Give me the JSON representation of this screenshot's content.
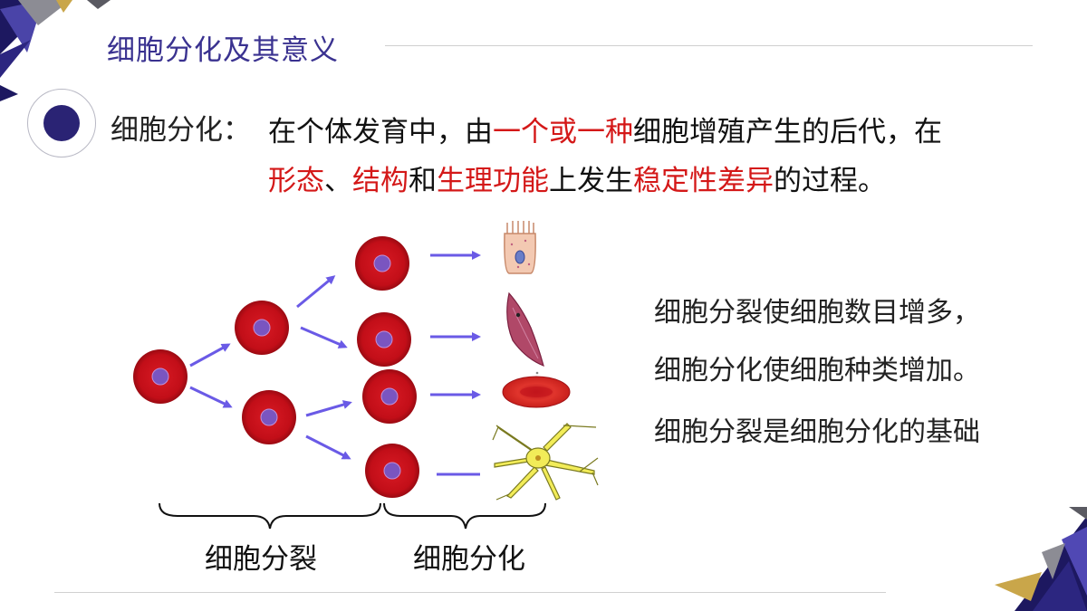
{
  "title": "细胞分化及其意义",
  "definition": {
    "term": "细胞分化：",
    "line1": [
      "在个体发育中，由",
      "一个或一种",
      "细胞增殖产生的后代，在"
    ],
    "line2": [
      "形态",
      "、",
      "结构",
      "和",
      "生理功能",
      "上发生",
      "稳定性差异",
      "的过程。"
    ]
  },
  "notes": [
    "细胞分裂使细胞数目增多，",
    "细胞分化使细胞种类增加。",
    "细胞分裂是细胞分化的基础"
  ],
  "captions": {
    "division": "细胞分裂",
    "differentiation": "细胞分化"
  },
  "colors": {
    "title": "#3a3290",
    "highlight": "#d41818",
    "cell": "#c8101a",
    "nucleus": "#7a55c0",
    "arrow": "#6a5ae6"
  }
}
